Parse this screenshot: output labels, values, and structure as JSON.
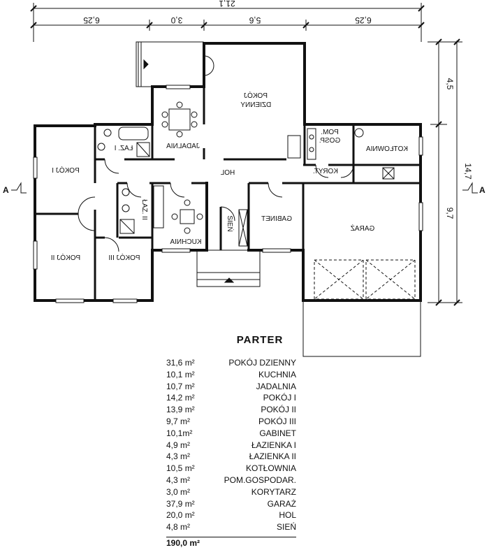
{
  "dimensions": {
    "top_total": "21,1",
    "top_segments": [
      "6,25",
      "3,0",
      "5,6",
      "6,25"
    ],
    "right_total": "14,7",
    "right_segments": [
      "4,5",
      "9,7"
    ]
  },
  "section_marker": "A",
  "rooms": {
    "pokoj_dzienny": [
      "POKÓJ",
      "DZIENNY"
    ],
    "jadalnia": "JADALNIA",
    "lazienka_1": "ŁAZ. I",
    "pokoj_1": "POKÓJ I",
    "hol": "HOL",
    "pom_gosp": [
      "POM.",
      "GOSP."
    ],
    "kotlownia": "KOTŁOWNIA",
    "korytarz": "KORYT.",
    "lazienka_2": "ŁAZ. II",
    "kuchnia": "KUCHNIA",
    "sien": "SIEŃ",
    "gabinet": "GABINET",
    "garaz": "GARAŻ",
    "pokoj_2": "POKÓJ II",
    "pokoj_3": "POKÓJ III"
  },
  "legend": {
    "title": "PARTER",
    "rows": [
      {
        "name": "POKÓJ DZIENNY",
        "area": "31,6 m²"
      },
      {
        "name": "KUCHNIA",
        "area": "10,1 m²"
      },
      {
        "name": "JADALNIA",
        "area": "10,7 m²"
      },
      {
        "name": "POKÓJ I",
        "area": "14,2 m²"
      },
      {
        "name": "POKÓJ II",
        "area": "13,9 m²"
      },
      {
        "name": "POKÓJ III",
        "area": "9,7 m²"
      },
      {
        "name": "GABINET",
        "area": "10,1m²"
      },
      {
        "name": "ŁAZIENKA I",
        "area": "4,9 m²"
      },
      {
        "name": "ŁAZIENKA II",
        "area": "4,3 m²"
      },
      {
        "name": "KOTŁOWNIA",
        "area": "10,5 m²"
      },
      {
        "name": "POM.GOSPODAR.",
        "area": "4,3 m²"
      },
      {
        "name": "KORYTARZ",
        "area": "3,0 m²"
      },
      {
        "name": "GARAŻ",
        "area": "37,9 m²"
      },
      {
        "name": "HOL",
        "area": "20,0 m²"
      },
      {
        "name": "SIEŃ",
        "area": "4,8 m²"
      }
    ],
    "total": "190,0 m²"
  }
}
